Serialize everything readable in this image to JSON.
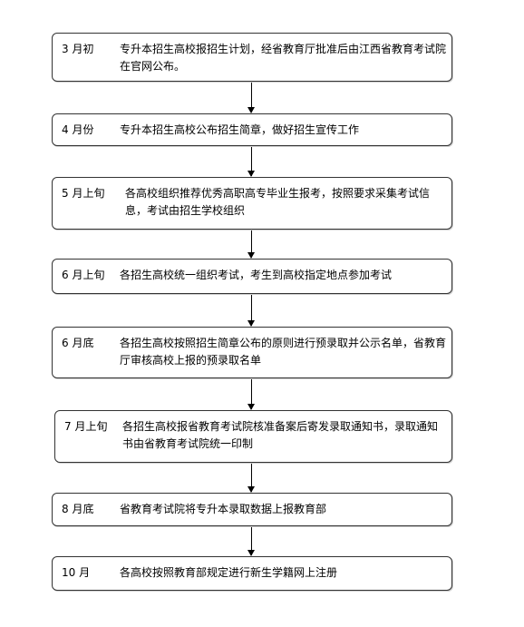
{
  "steps": [
    {
      "month": "3 月初",
      "text": "专升本招生高校报招生计划，经省教育厅批准后由江西省教育考试院在官网公布。"
    },
    {
      "month": "4 月份",
      "text": "专升本招生高校公布招生简章，做好招生宣传工作"
    },
    {
      "month": "5 月上旬",
      "text": "各高校组织推荐优秀高职高专毕业生报考，按照要求采集考试信息，考试由招生学校组织"
    },
    {
      "month": "6 月上旬",
      "text": "各招生高校统一组织考试，考生到高校指定地点参加考试"
    },
    {
      "month": "6 月底",
      "text": "各招生高校按照招生简章公布的原则进行预录取并公示名单，省教育厅审核高校上报的预录取名单"
    },
    {
      "month": "7 月上旬",
      "text": "各招生高校报省教育考试院核准备案后寄发录取通知书，录取通知书由省教育考试院统一印制"
    },
    {
      "month": "8 月底",
      "text": "省教育考试院将专升本录取数据上报教育部"
    },
    {
      "month": "10 月",
      "text": "各高校按照教育部规定进行新生学籍网上注册"
    }
  ]
}
